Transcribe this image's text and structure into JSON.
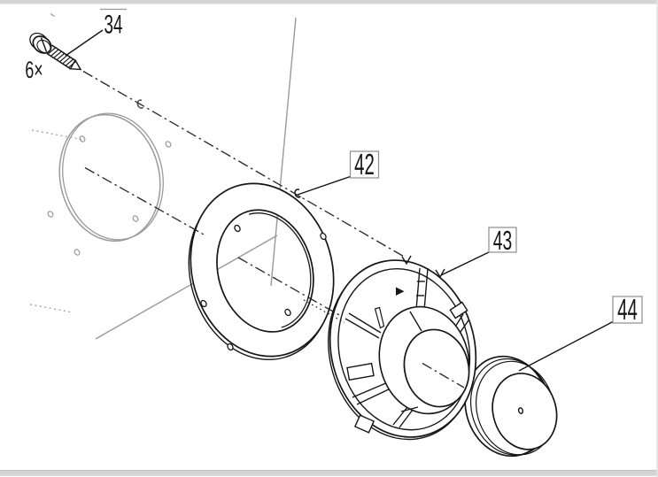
{
  "callouts": [
    {
      "label": "34",
      "quantity": "6×",
      "part": "mounting-screw"
    },
    {
      "label": "42",
      "part": "flange-ring"
    },
    {
      "label": "43",
      "part": "housing"
    },
    {
      "label": "44",
      "part": "end-cap"
    }
  ],
  "colors": {
    "background": "#ffffff",
    "line": "#161616",
    "wall": "#9a9a9a",
    "centerline": "#2b2b2b",
    "label_border": "#8c8c8c",
    "frame_bar": "#d5d5d5",
    "frame_edge": "#c2c2c2"
  }
}
